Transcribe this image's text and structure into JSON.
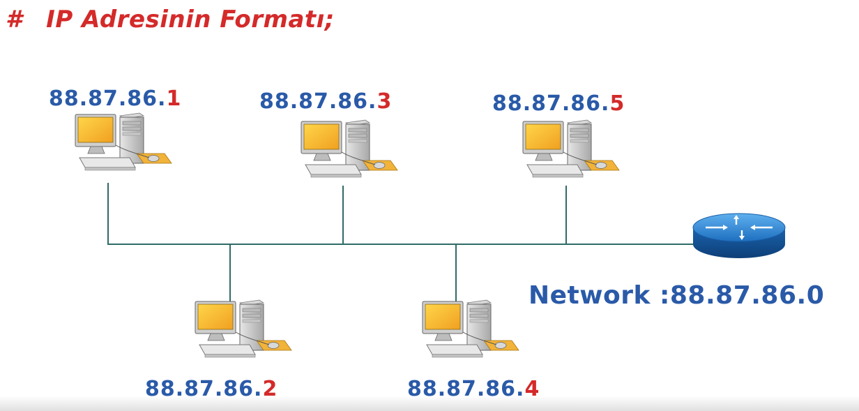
{
  "title": {
    "hash": "#",
    "text": "IP Adresinin Formatı;"
  },
  "network": {
    "label": "Network :88.87.86.0"
  },
  "hosts": [
    {
      "prefix": "88.87.86.",
      "suffix": "1"
    },
    {
      "prefix": "88.87.86.",
      "suffix": "3"
    },
    {
      "prefix": "88.87.86.",
      "suffix": "5"
    },
    {
      "prefix": "88.87.86.",
      "suffix": "2"
    },
    {
      "prefix": "88.87.86.",
      "suffix": "4"
    }
  ],
  "icons": {
    "computer": "desktop-computer-icon",
    "router": "router-icon"
  },
  "colors": {
    "title": "#d42a2a",
    "ip_network_part": "#2a5aa8",
    "ip_host_part": "#d42a2a",
    "wire": "#2f6b66",
    "router": "#1e78c8",
    "monitor_screen": "#f5b82e"
  }
}
